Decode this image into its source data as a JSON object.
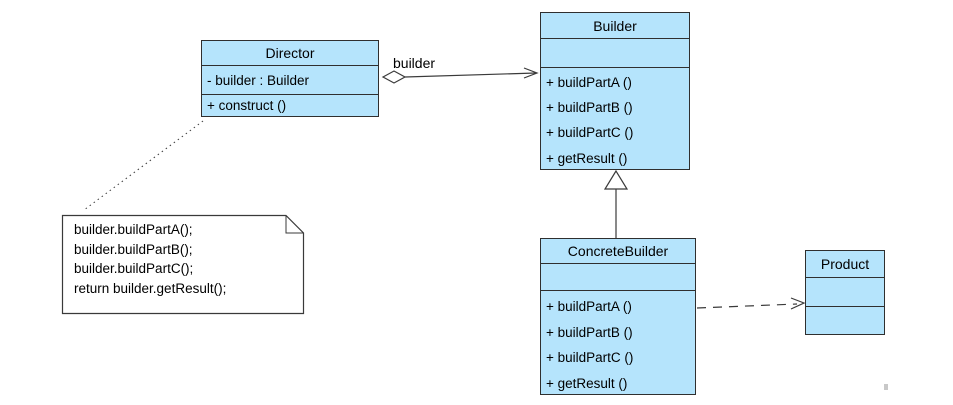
{
  "classes": {
    "director": {
      "name": "Director",
      "attributes": [
        "- builder : Builder"
      ],
      "methods": [
        "+ construct ()"
      ]
    },
    "builder": {
      "name": "Builder",
      "attributes": [],
      "methods": [
        "+ buildPartA ()",
        "+ buildPartB ()",
        "+ buildPartC ()",
        "+ getResult ()"
      ]
    },
    "concreteBuilder": {
      "name": "ConcreteBuilder",
      "attributes": [],
      "methods": [
        "+ buildPartA ()",
        "+ buildPartB ()",
        "+ buildPartC ()",
        "+ getResult ()"
      ]
    },
    "product": {
      "name": "Product",
      "attributes": [],
      "methods": []
    }
  },
  "note": {
    "lines": [
      "builder.buildPartA();",
      "builder.buildPartB();",
      "builder.buildPartC();",
      "return builder.getResult();"
    ]
  },
  "edges": {
    "association": {
      "type": "aggregation",
      "from": "Director",
      "to": "Builder",
      "label": "builder"
    },
    "generalization": {
      "type": "generalization",
      "from": "ConcreteBuilder",
      "to": "Builder"
    },
    "dependency": {
      "type": "dependency",
      "from": "ConcreteBuilder",
      "to": "Product"
    },
    "note_anchor": {
      "type": "anchor",
      "from": "Director",
      "to": "note"
    }
  },
  "colors": {
    "class_fill": "#b5e4fc",
    "class_border": "#2f2f2f",
    "line": "#3a3a3a",
    "note_fill": "#ffffff",
    "text": "#000000"
  }
}
